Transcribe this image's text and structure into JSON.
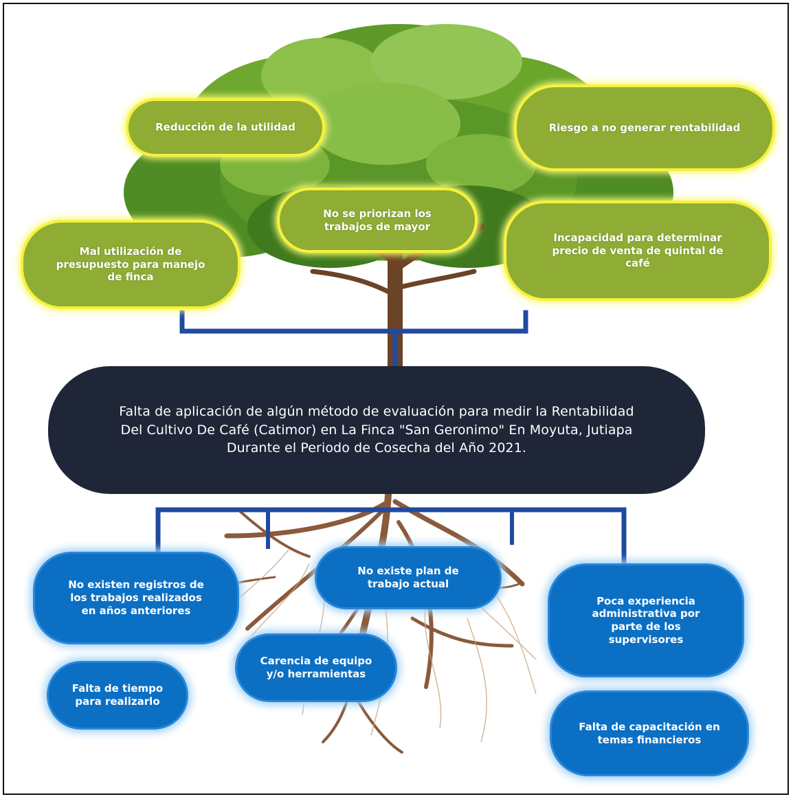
{
  "colors": {
    "effect_fill": "#8fad34",
    "effect_border": "#f6f23a",
    "cause_fill": "#0b6fc4",
    "problem_fill": "#1e2637",
    "connector": "#1f4aa0",
    "trunk": "#6b4326",
    "foliage": "#6fa82f"
  },
  "icons": [
    "tree-illustration"
  ],
  "problem": "Falta de aplicación de algún método de evaluación para medir la Rentabilidad\nDel Cultivo De Café (Catimor) en La Finca \"San Geronimo\"  En Moyuta,  Jutiapa\nDurante el Periodo de Cosecha del Año 2021.",
  "effects": [
    {
      "text": "Reducción de la utilidad"
    },
    {
      "text": "Riesgo a no generar rentabilidad"
    },
    {
      "text": "No se priorizan los\ntrabajos de mayor"
    },
    {
      "text": "Mal utilización de\npresupuesto para manejo\nde finca"
    },
    {
      "text": "Incapacidad para determinar\nprecio de venta de quintal de\ncafé"
    }
  ],
  "causes": [
    {
      "text": "No existen registros de\nlos trabajos realizados\nen años anteriores"
    },
    {
      "text": "No existe plan de\ntrabajo actual"
    },
    {
      "text": "Poca experiencia\nadministrativa por\nparte de los\nsupervisores"
    },
    {
      "text": "Carencia de equipo\ny/o herramientas"
    },
    {
      "text": "Falta de tiempo\npara realizarlo"
    },
    {
      "text": "Falta de capacitación en\ntemas financieros"
    }
  ]
}
